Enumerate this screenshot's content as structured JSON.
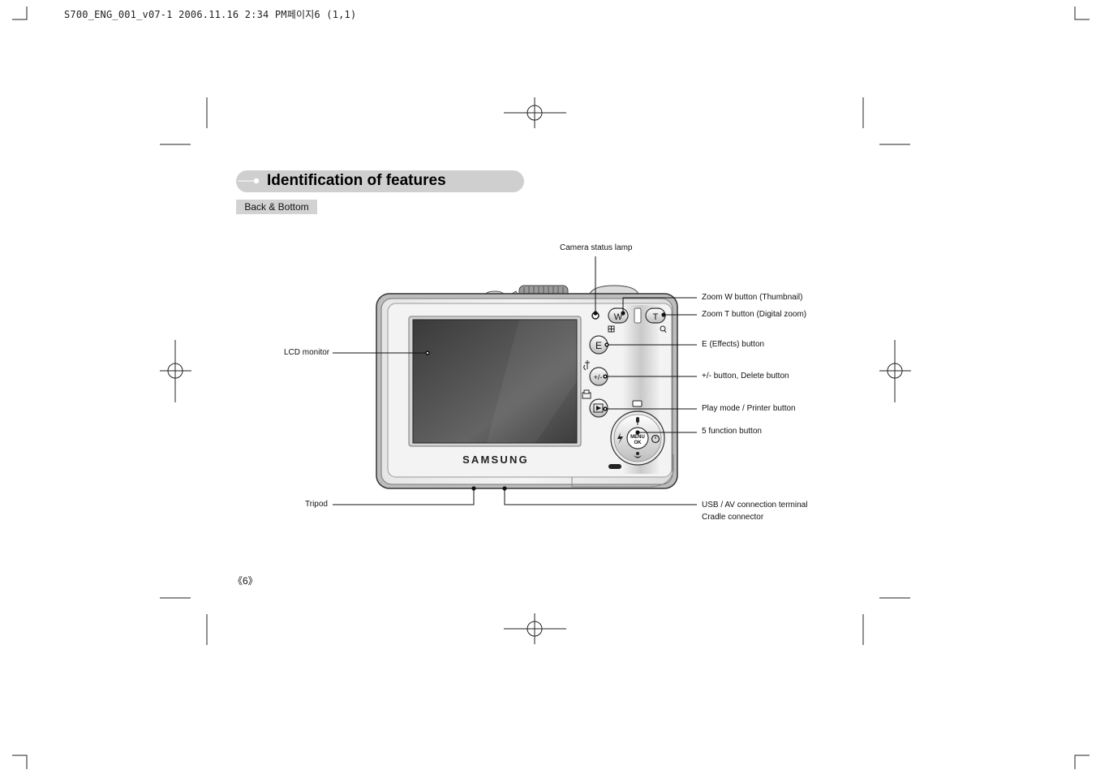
{
  "print_header": "S700_ENG_001_v07-1  2006.11.16 2:34 PM페이지6 (1,1)",
  "section_title": "Identification of features",
  "section_subtitle": "Back & Bottom",
  "callouts": {
    "camera_status_lamp": "Camera status lamp",
    "zoom_w": "Zoom W button (Thumbnail)",
    "zoom_t": "Zoom T button (Digital zoom)",
    "e_button": "E (Effects) button",
    "plus_minus": "+/- button, Delete button",
    "play_mode": "Play mode / Printer button",
    "five_function": "5 function button",
    "lcd_monitor": "LCD monitor",
    "tripod": "Tripod",
    "usb_av_line1": "USB / AV connection terminal",
    "usb_av_line2": "Cradle connector"
  },
  "camera": {
    "brand": "SAMSUNG",
    "w_label": "W",
    "t_label": "T",
    "e_label": "E",
    "menu_label_1": "MENU",
    "menu_label_2": "OK"
  },
  "page_number": "《6》"
}
